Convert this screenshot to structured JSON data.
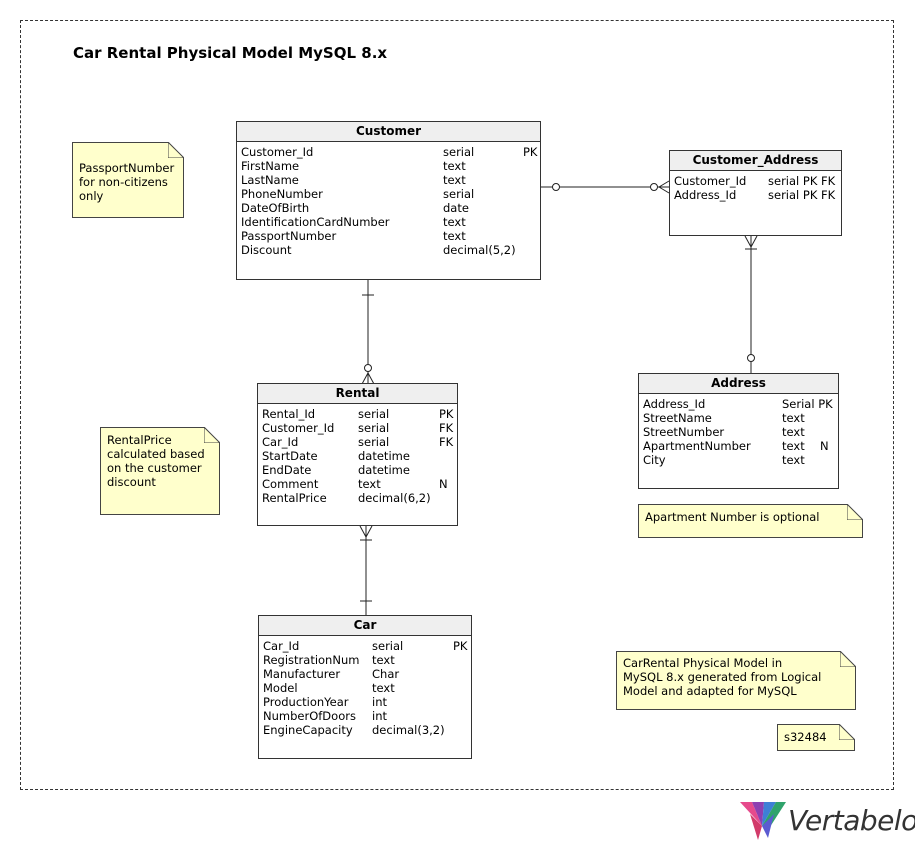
{
  "title": "Car Rental Physical Model MySQL 8.x",
  "tables": {
    "customer": {
      "name": "Customer",
      "columns": [
        {
          "name": "Customer_Id",
          "type": "serial",
          "key": "PK"
        },
        {
          "name": "FirstName",
          "type": "text",
          "key": ""
        },
        {
          "name": "LastName",
          "type": "text",
          "key": ""
        },
        {
          "name": "PhoneNumber",
          "type": "serial",
          "key": ""
        },
        {
          "name": "DateOfBirth",
          "type": "date",
          "key": ""
        },
        {
          "name": "IdentificationCardNumber",
          "type": "text",
          "key": ""
        },
        {
          "name": "PassportNumber",
          "type": "text",
          "key": ""
        },
        {
          "name": "Discount",
          "type": "decimal(5,2)",
          "key": ""
        }
      ]
    },
    "customer_address": {
      "name": "Customer_Address",
      "columns": [
        {
          "name": "Customer_Id",
          "type": "serial PK FK",
          "key": ""
        },
        {
          "name": "Address_Id",
          "type": "serial PK FK",
          "key": ""
        }
      ]
    },
    "address": {
      "name": "Address",
      "columns": [
        {
          "name": "Address_Id",
          "type": "Serial PK",
          "key": ""
        },
        {
          "name": "StreetName",
          "type": "text",
          "key": ""
        },
        {
          "name": "StreetNumber",
          "type": "text",
          "key": ""
        },
        {
          "name": "ApartmentNumber",
          "type": "text",
          "key": "N"
        },
        {
          "name": "City",
          "type": "text",
          "key": ""
        }
      ]
    },
    "rental": {
      "name": "Rental",
      "columns": [
        {
          "name": "Rental_Id",
          "type": "serial",
          "key": "PK"
        },
        {
          "name": "Customer_Id",
          "type": "serial",
          "key": "FK"
        },
        {
          "name": "Car_Id",
          "type": "serial",
          "key": "FK"
        },
        {
          "name": "StartDate",
          "type": "datetime",
          "key": ""
        },
        {
          "name": "EndDate",
          "type": "datetime",
          "key": ""
        },
        {
          "name": "Comment",
          "type": "text",
          "key": "N"
        },
        {
          "name": "RentalPrice",
          "type": "decimal(6,2)",
          "key": ""
        }
      ]
    },
    "car": {
      "name": "Car",
      "columns": [
        {
          "name": "Car_Id",
          "type": "serial",
          "key": "PK"
        },
        {
          "name": "RegistrationNum",
          "type": "text",
          "key": ""
        },
        {
          "name": "Manufacturer",
          "type": "Char",
          "key": ""
        },
        {
          "name": "Model",
          "type": "text",
          "key": ""
        },
        {
          "name": "ProductionYear",
          "type": "int",
          "key": ""
        },
        {
          "name": "NumberOfDoors",
          "type": "int",
          "key": ""
        },
        {
          "name": "EngineCapacity",
          "type": "decimal(3,2)",
          "key": ""
        }
      ]
    }
  },
  "notes": {
    "passport": [
      "PassportNumber",
      "for non-citizens",
      "only"
    ],
    "rental_price": [
      "RentalPrice",
      "calculated based",
      "on the customer",
      "discount"
    ],
    "apartment": [
      "Apartment Number is optional"
    ],
    "model_info": [
      "CarRental Physical Model in",
      "MySQL 8.x generated from Logical",
      "Model and adapted for MySQL"
    ],
    "id": [
      "s32484"
    ]
  },
  "logo": {
    "text": "Vertabelo"
  }
}
